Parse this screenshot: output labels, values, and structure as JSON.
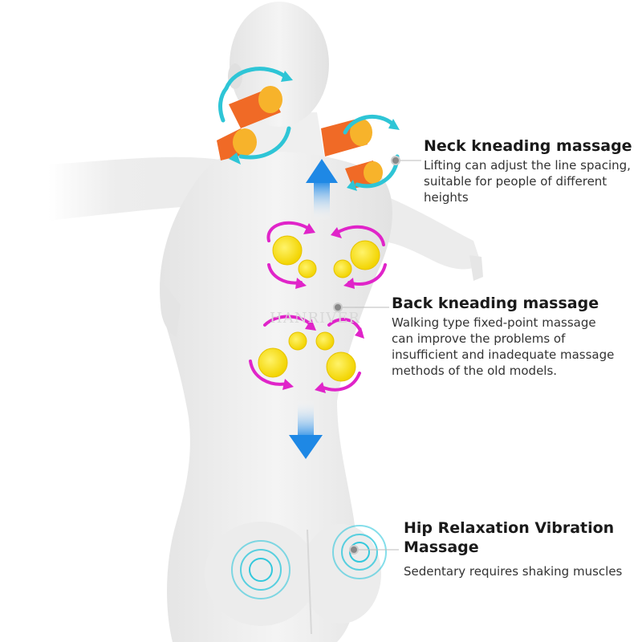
{
  "watermark": "HANRIVER",
  "colors": {
    "body": "#ebebeb",
    "roller_orange": "#f06a26",
    "roller_yellow": "#f7e22b",
    "neck_arrow": "#2ec5d6",
    "kneading_arrow": "#e024c9",
    "walk_arrow": "#1e88e5",
    "vibration_rings": "#33c8dc"
  },
  "callouts": {
    "neck": {
      "title": "Neck kneading massage",
      "lines": [
        "Lifting can adjust the line spacing,",
        "suitable for people of different",
        "heights"
      ]
    },
    "back": {
      "title": "Back kneading massage",
      "lines": [
        "Walking type fixed-point massage",
        "can improve the problems of",
        "insufficient and inadequate massage",
        "methods of the old models."
      ]
    },
    "hip": {
      "title_lines": [
        "Hip Relaxation Vibration",
        "Massage"
      ],
      "lines": [
        "Sedentary requires shaking muscles"
      ]
    }
  }
}
